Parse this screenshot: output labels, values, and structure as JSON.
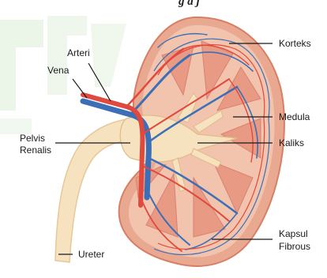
{
  "partial_title": "g  a  j",
  "labels": {
    "arteri": "Arteri",
    "vena": "Vena",
    "pelvis_line1": "Pelvis",
    "pelvis_line2": "Renalis",
    "ureter": "Ureter",
    "korteks": "Korteks",
    "medula": "Medula",
    "kaliks": "Kaliks",
    "kapsul_line1": "Kapsul",
    "kapsul_line2": "Fibrous"
  },
  "colors": {
    "capsule": "#e9a890",
    "cortex": "#f2c3ad",
    "medulla": "#e89a84",
    "pelvis": "#f6e2bf",
    "artery": "#e0493d",
    "vein": "#3c6fb6",
    "watermark": "#dcefd8"
  }
}
